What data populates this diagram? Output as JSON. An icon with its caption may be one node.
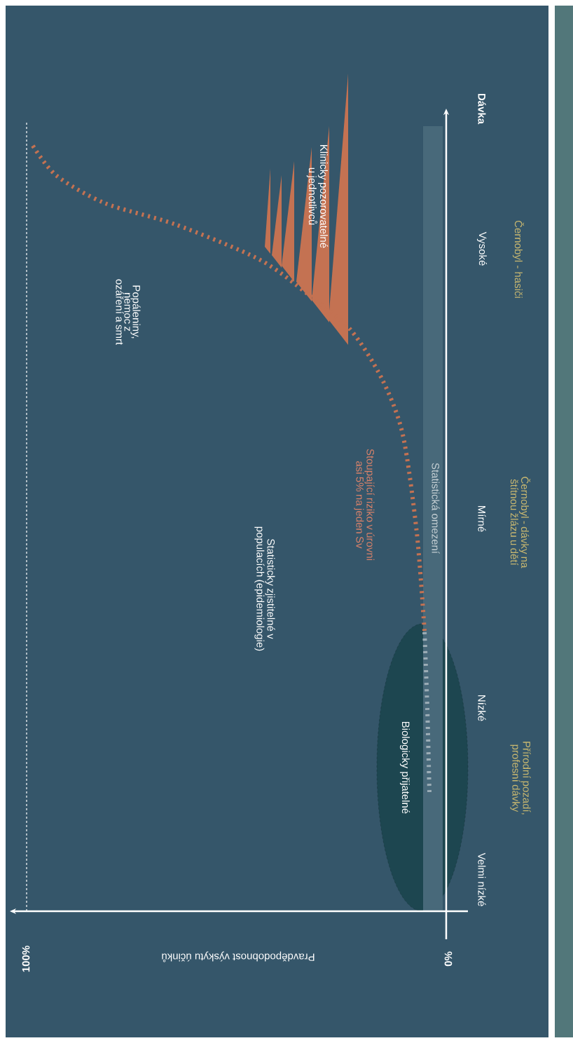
{
  "diagram": {
    "nodes": [
      {
        "text": [
          "Biologicky přijatelné"
        ]
      }
    ],
    "labels": [
      "Klinicky pozorovatelné u jednotlivců",
      "Popáleniny, nemoc z ozáření a smrt",
      "Dávka",
      "Vysoké",
      "Černobyl - hasiči",
      "Stoupající riziko v úrovni asi 5% na jeden Sv",
      "Statistická omezení",
      "Mírné",
      "Černobyl - dávky na štítnou žlázu u dětí",
      "Statisticky zjistitelné v populacích (epidemiologie)",
      "Nízké",
      "Přírodní pozadí, profesní dávky",
      "Velmi nízké",
      "100%",
      "Pravděpodobnost výskytu účinků",
      "0%"
    ]
  }
}
